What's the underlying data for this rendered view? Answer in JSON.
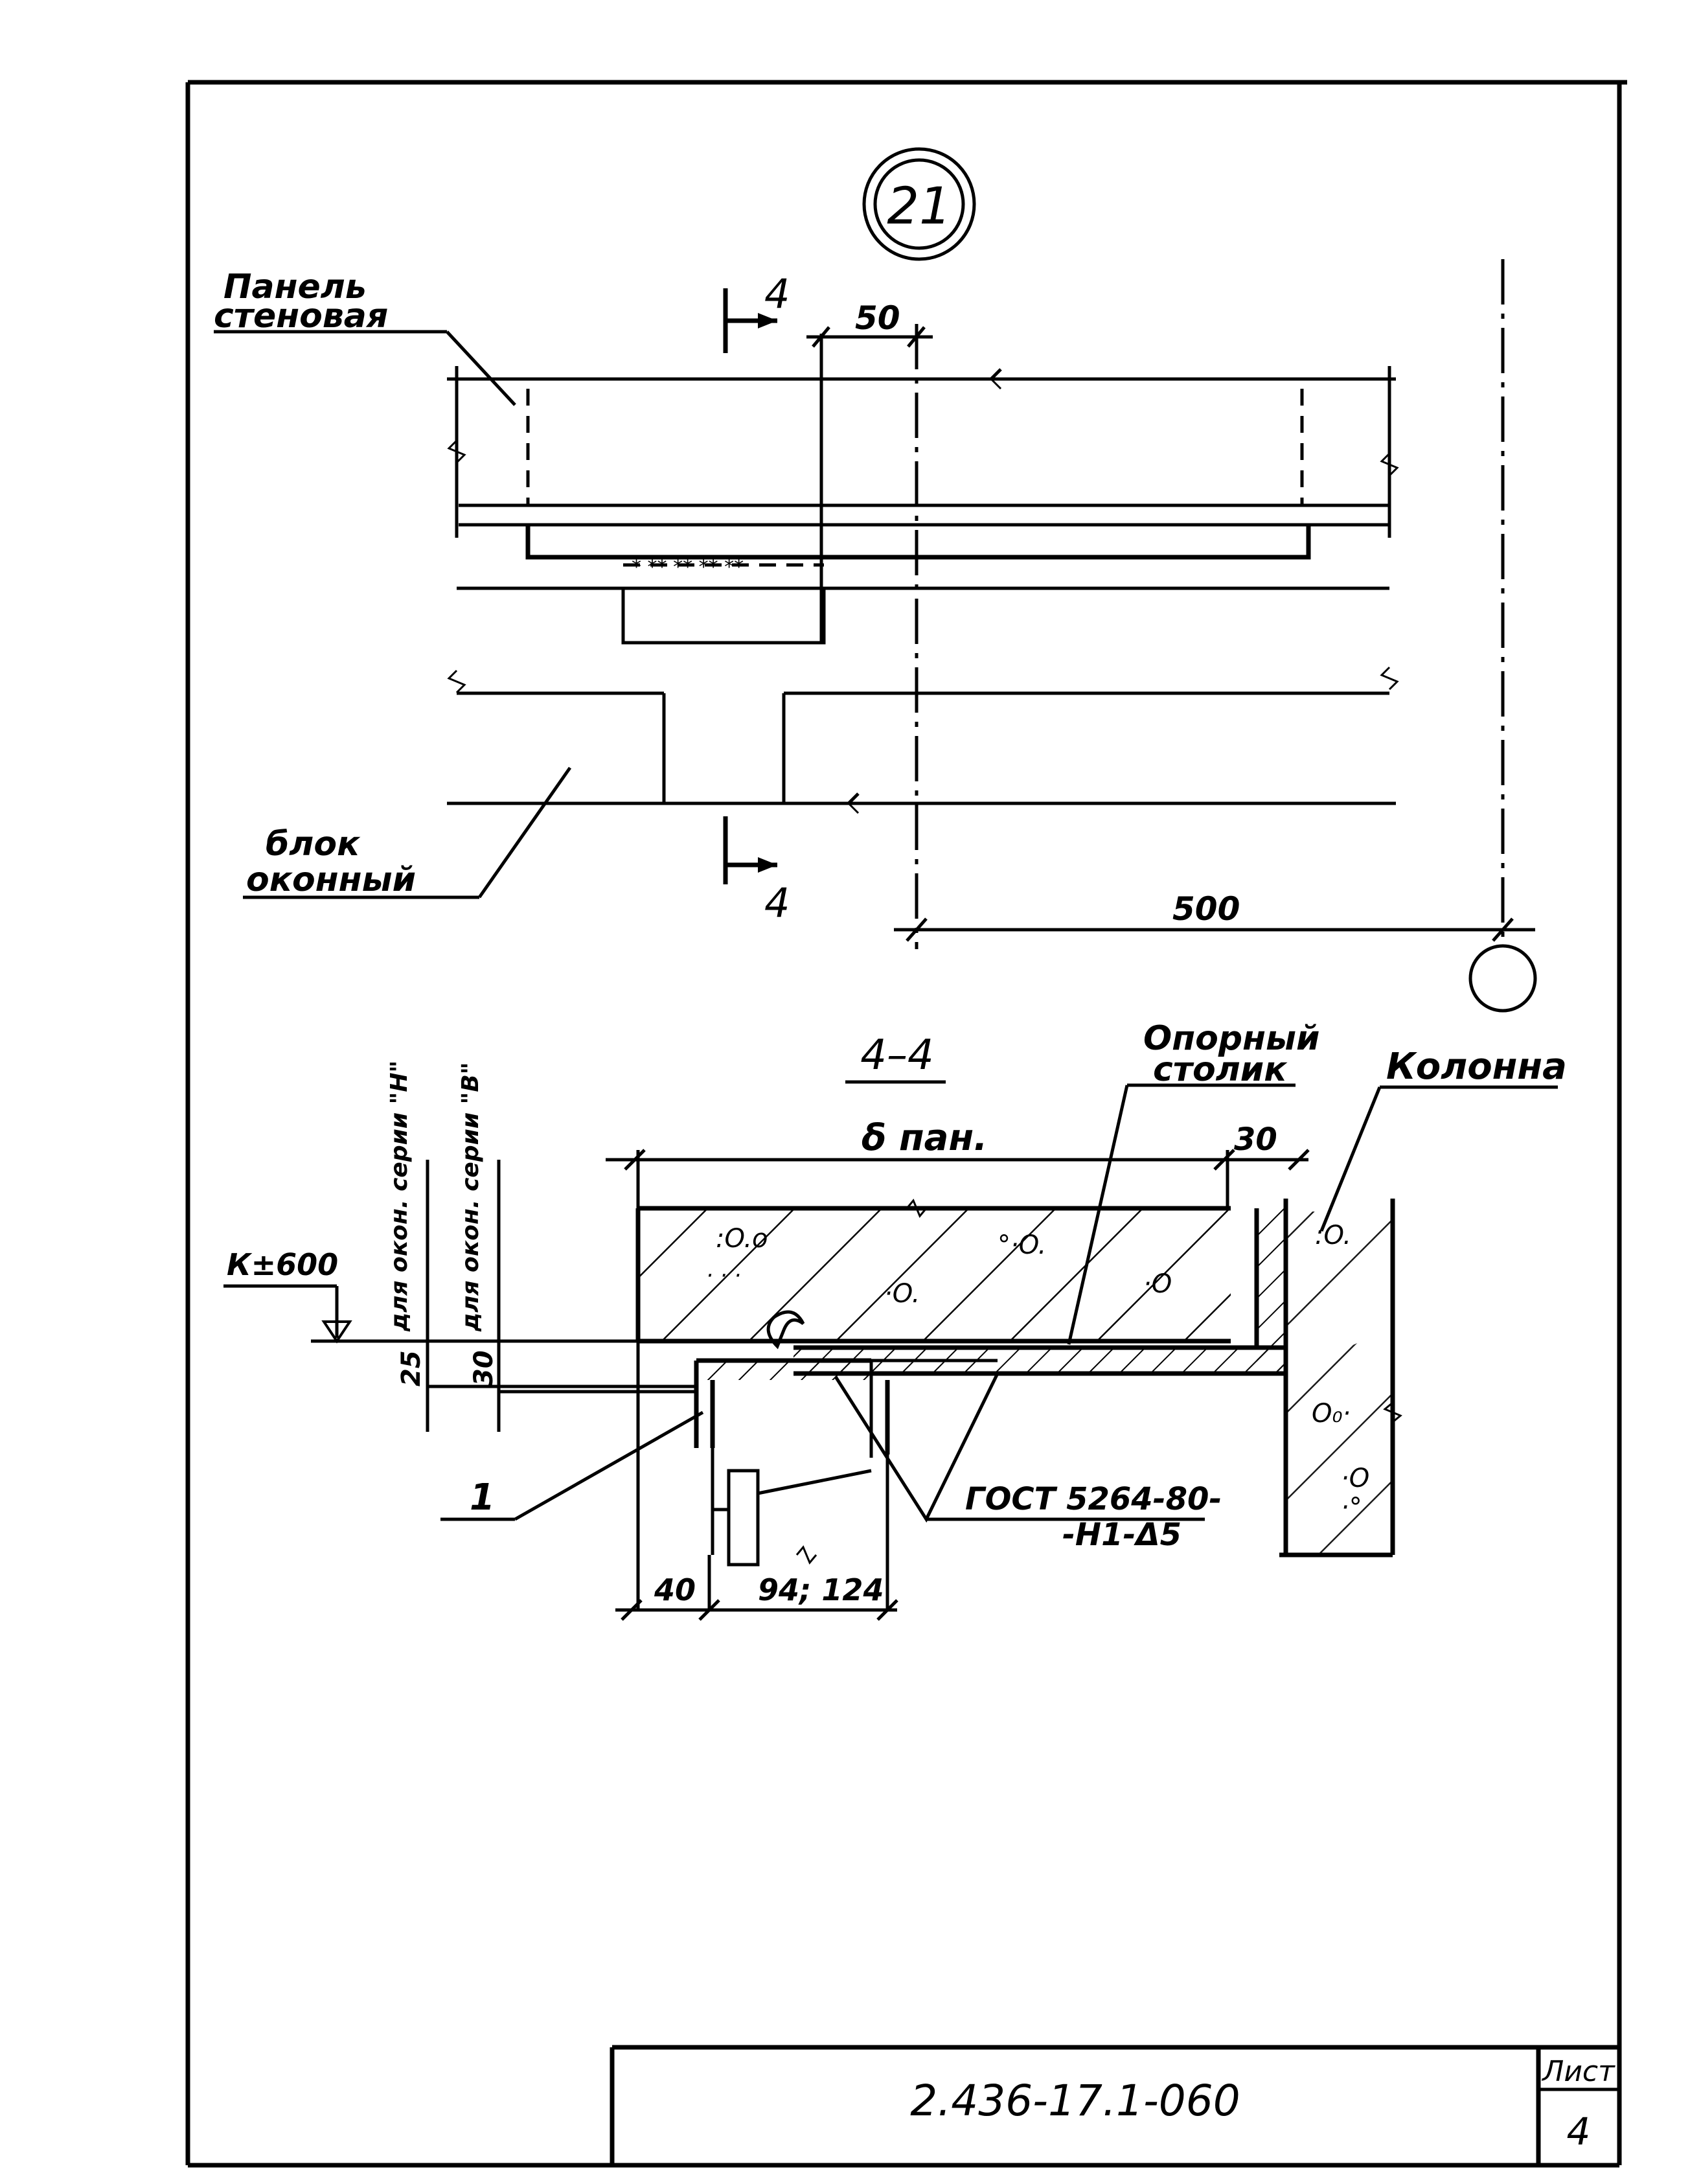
{
  "detail": {
    "number": "21",
    "labels": {
      "wall_panel_line1": "Панель",
      "wall_panel_line2": "стеновая",
      "window_block_line1": "блок",
      "window_block_line2": "оконный"
    },
    "section_mark_top": "4",
    "section_mark_bottom": "4",
    "dim_50": "50",
    "dim_500": "500"
  },
  "section": {
    "title": "4–4",
    "label_support_line1": "Опорный",
    "label_support_line2": "столик",
    "label_column": "Колонна",
    "dim_panel_thickness": "δ пан.",
    "dim_30_top": "30",
    "level_mark": "К±600",
    "rotated_label_h": "для окон. серии \"Н\"",
    "rotated_label_v": "для окон. серии \"В\"",
    "dim_25": "25",
    "dim_30_left": "30",
    "position_1": "1",
    "weld_line1": "ГОСТ 5264-80-",
    "weld_line2": "-Н1-Δ5",
    "dim_40": "40",
    "dim_94_124": "94; 124"
  },
  "title_block": {
    "doc_code": "2.436-17.1-060",
    "sheet_label": "Лист",
    "sheet_number": "4"
  }
}
